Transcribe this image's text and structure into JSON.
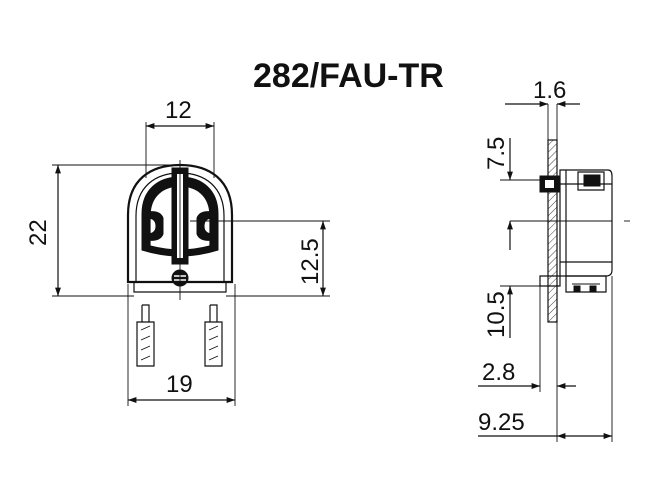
{
  "title": "282/FAU-TR",
  "dimensions": {
    "d12": "12",
    "d22": "22",
    "d12_5": "12.5",
    "d19": "19",
    "d1_6": "1.6",
    "d7_5": "7.5",
    "d10_5": "10.5",
    "d2_8": "2.8",
    "d9_25": "9.25"
  }
}
